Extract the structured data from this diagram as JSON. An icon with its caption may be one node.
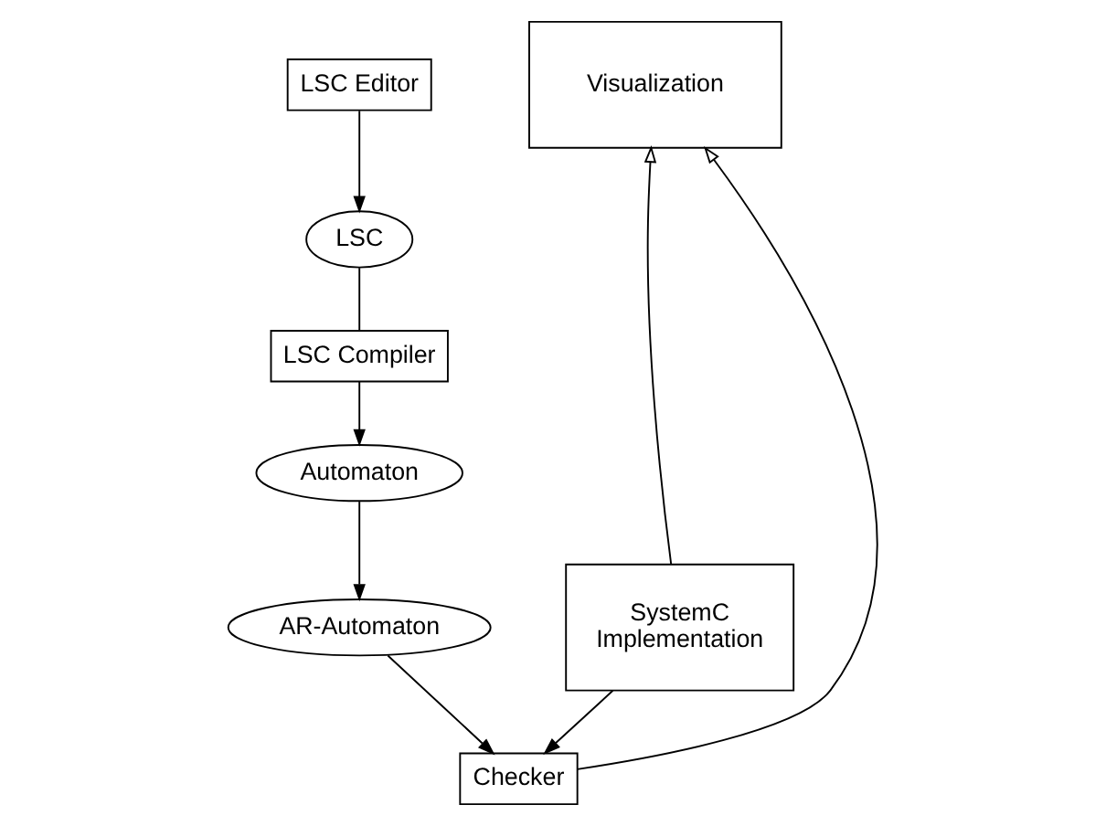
{
  "diagram": {
    "nodes": [
      {
        "text": [
          "LSC Editor"
        ]
      },
      {
        "text": [
          "Visualization"
        ]
      },
      {
        "text": [
          "LSC"
        ]
      },
      {
        "text": [
          "LSC Compiler"
        ]
      },
      {
        "text": [
          "SystemC Implementation"
        ]
      },
      {
        "text": [
          "Automaton"
        ]
      },
      {
        "text": [
          "AR-Automaton"
        ]
      },
      {
        "text": [
          "Checker"
        ]
      }
    ],
    "edges": [
      {
        "from": 0,
        "to": 2,
        "arrow": "to"
      },
      {
        "from": 2,
        "to": 3,
        "arrow": "none"
      },
      {
        "from": 3,
        "to": 5,
        "arrow": "to"
      },
      {
        "from": 5,
        "to": 6,
        "arrow": "to"
      },
      {
        "from": 6,
        "to": 7,
        "arrow": "to"
      },
      {
        "from": 7,
        "to": 1,
        "arrow": "to"
      },
      {
        "from": 4,
        "to": 1,
        "arrow": "to"
      },
      {
        "from": 4,
        "to": 7,
        "arrow": "to"
      }
    ]
  }
}
